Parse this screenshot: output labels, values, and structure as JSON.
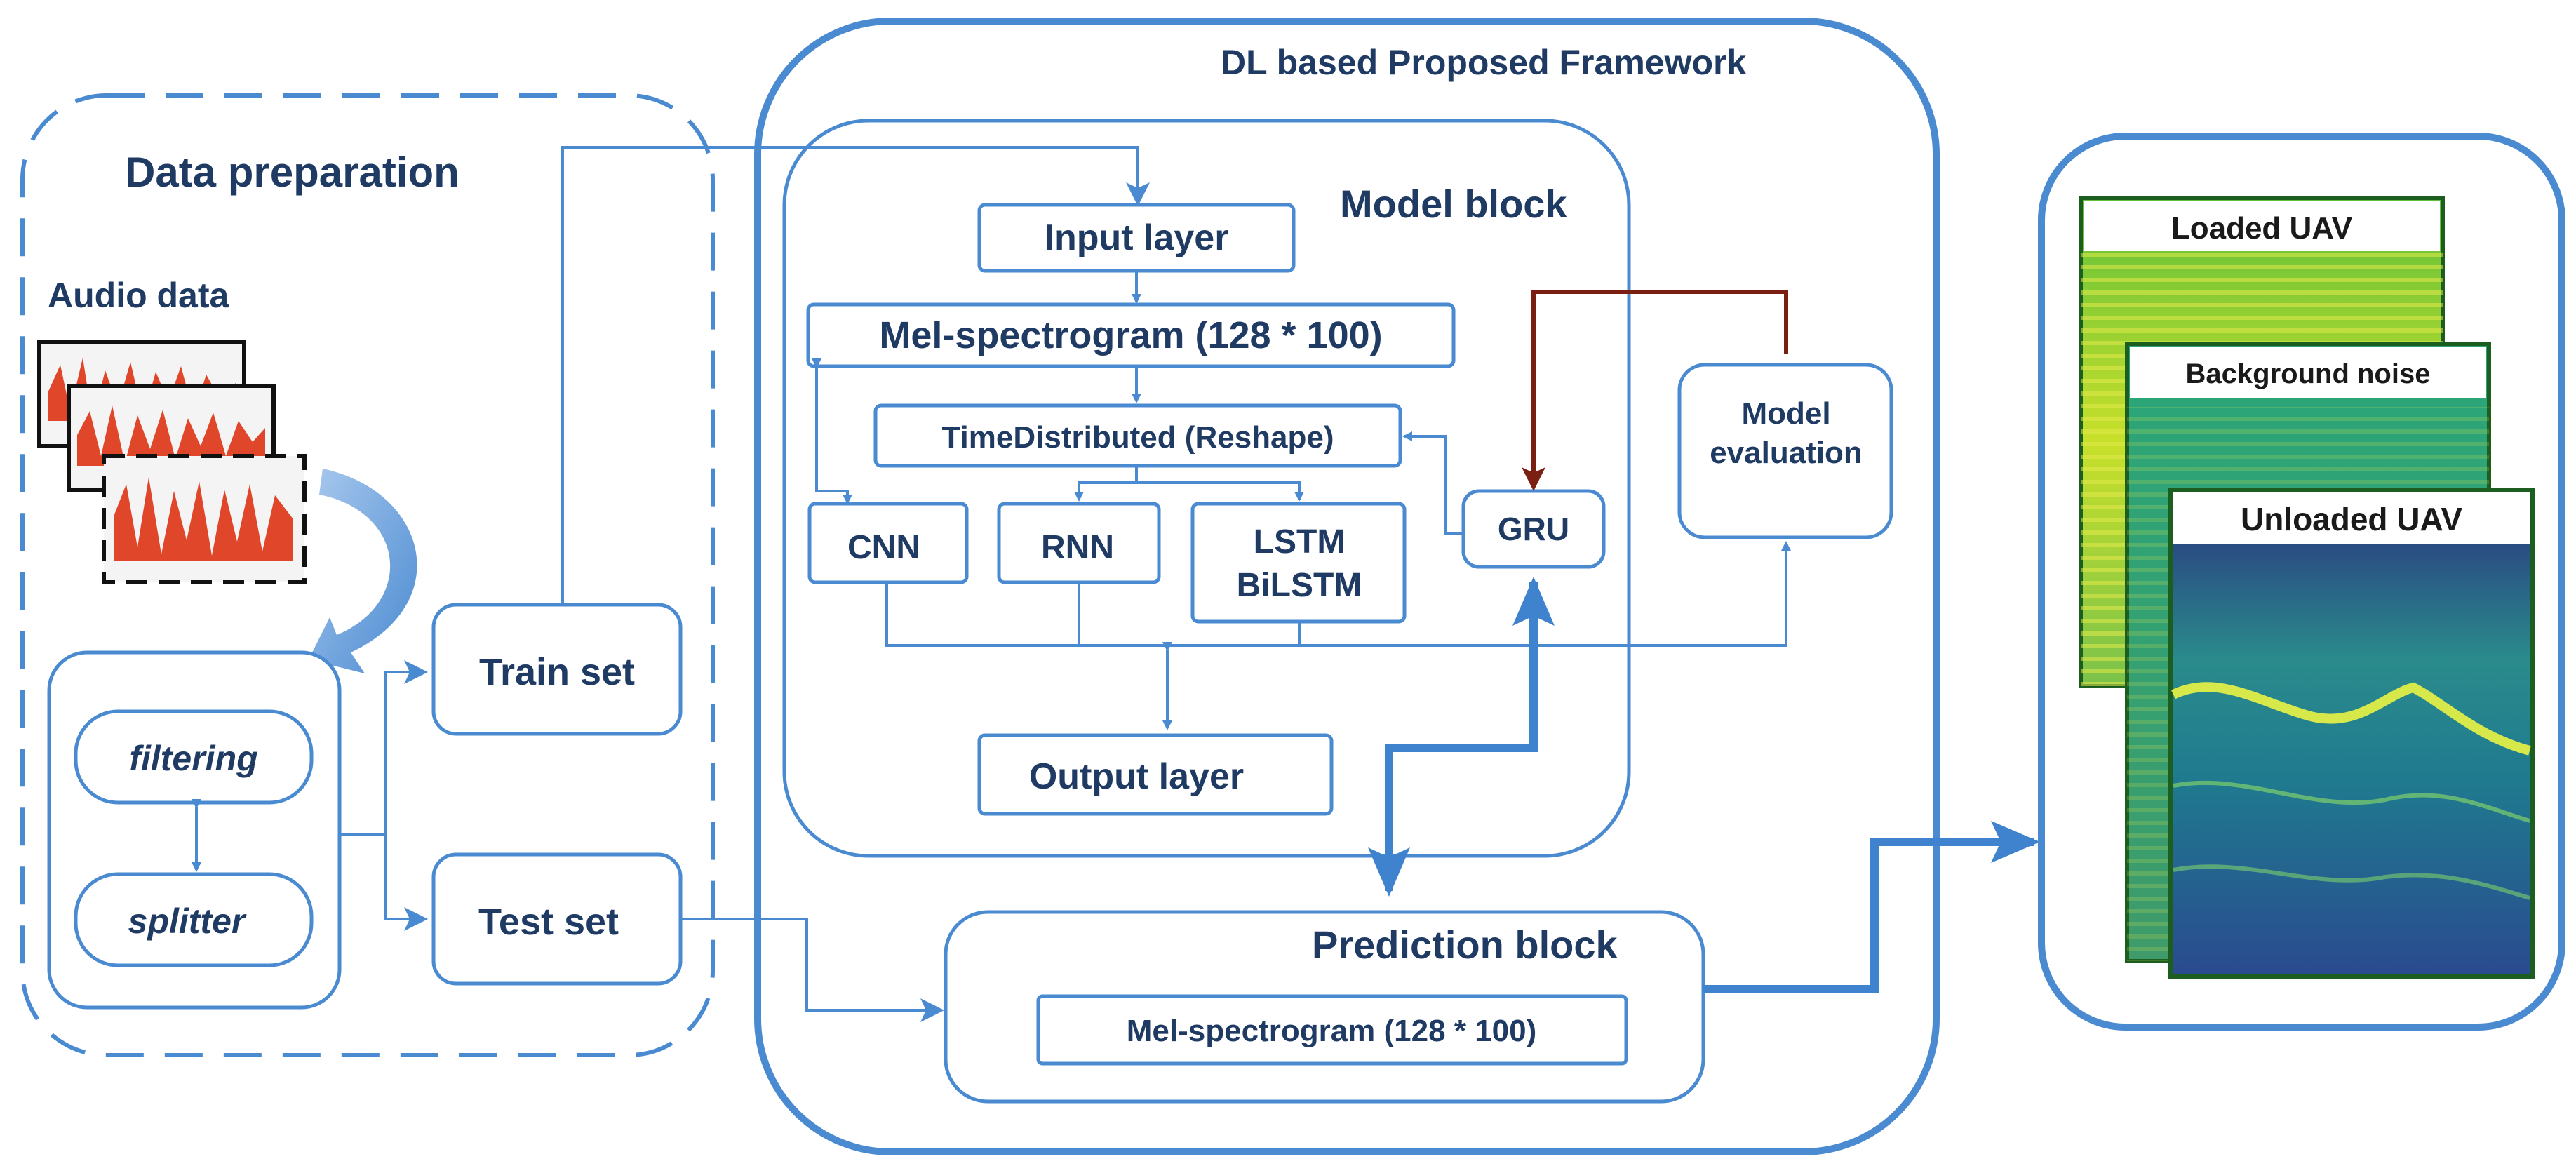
{
  "framework_title": "DL based Proposed Framework",
  "data_preparation": {
    "title": "Data preparation",
    "audio_label": "Audio data",
    "steps": [
      "filtering",
      "splitter"
    ],
    "train_set": "Train set",
    "test_set": "Test set"
  },
  "model_block": {
    "title": "Model block",
    "input_layer": "Input layer",
    "mel_spectrogram": "Mel-spectrogram (128 * 100)",
    "time_distributed": "TimeDistributed (Reshape)",
    "cnn": "CNN",
    "rnn": "RNN",
    "lstm_line1": "LSTM",
    "lstm_line2": "BiLSTM",
    "gru": "GRU",
    "model_eval_line1": "Model",
    "model_eval_line2": "evaluation",
    "output_layer": "Output layer"
  },
  "prediction_block": {
    "title": "Prediction block",
    "mel_spectrogram": "Mel-spectrogram (128 * 100)"
  },
  "outputs": [
    "Loaded UAV",
    "Background noise",
    "Unloaded UAV"
  ],
  "colors": {
    "primary_blue": "#4a8ad1",
    "text_navy": "#1f3b63",
    "feedback_red": "#7a1f12",
    "waveform_red": "#e0462a",
    "spectrogram_green": "#2e7d32"
  }
}
